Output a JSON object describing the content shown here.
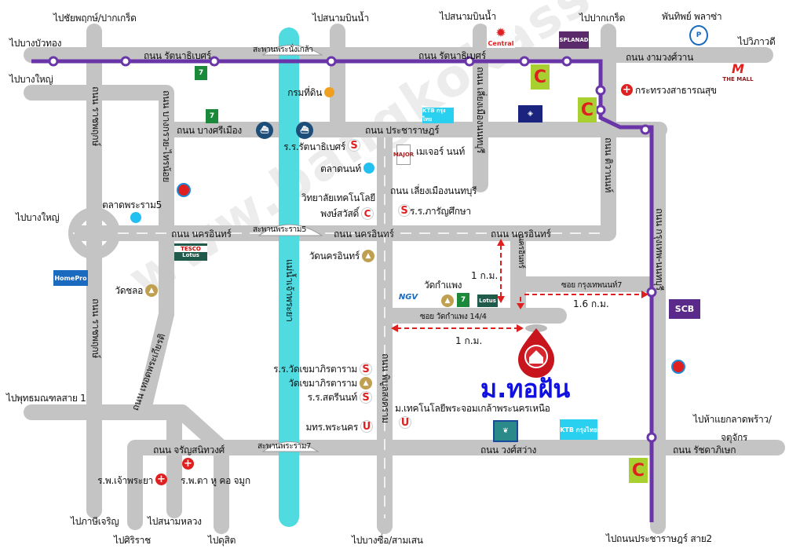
{
  "watermark": "www.bangkokassets.com",
  "title": "ม.ทอฝัน",
  "destinations": [
    "ไปชัยพฤกษ์/ปากเกร็ด",
    "ไปบางบัวทอง",
    "ไปบางใหญ่",
    "ไปสนามบินน้ำ",
    "ไปสนามบินน้ำ",
    "ไปปากเกร็ด",
    "พันทิพย์ พลาซ่า",
    "ไปวิภาวดี",
    "ไปบางใหญ่",
    "ไปพุทธมณฑลสาย 1",
    "ไปภาษีเจริญ",
    "ไปศิริราช",
    "ไปสนามหลวง",
    "ไปดุสิต",
    "ไปบางซื่อ/สามเสน",
    "ไปถนนประชาราษฎร์ สาย2",
    "ไปห้าแยกลาดพร้าว/",
    "จตุจักร"
  ],
  "roads": [
    "ถนน รัตนาธิเบศร์",
    "ถนน รัตนาธิเบศร์",
    "สะพานพระนั่งเกล้า",
    "ถนน งามวงศ์วาน",
    "ถนน บางศรีเมือง",
    "ถนน ประชาราษฎร์",
    "ถนน นครอินทร์",
    "ถนน นครอินทร์",
    "ถนน นครอินทร์",
    "สะพานพระราม5",
    "สะพานพระราม7",
    "ถนน จรัญสนิทวงศ์",
    "ถนน วงศ์สว่าง",
    "ถนน รัชดาภิเษก",
    "ซอย กรุงเทพนนท์7",
    "ซอย วัดกำแพง 14/4",
    "ถนน เลี่ยงเมืองนนทบุรี",
    "ถนน ราชพฤกษ์",
    "ถนน ราชพฤกษ์",
    "ถนน บางกรวย-ไทรน้อย",
    "ถนน เลี่ยงเมืองนนทบุรี",
    "ถนน ติวานนท์",
    "ถนน กรุงเทพ-นนทบุรี",
    "นครอินทร์",
    "ถนน พิบูลสงคราม",
    "แม่น้ำเจ้าพระยา",
    "ถนน เทอดพระเกียรติ"
  ],
  "pois": [
    "กรมที่ดิน",
    "ร.ร.รัตนาธิเบศร์",
    "ตลาดนนท์",
    "วิทยาลัยเทคโนโลยี",
    "พงษ์สวัสดิ์",
    "ตลาดพระราม5",
    "วัดชลอ",
    "วัดนครอินทร์",
    "เมเจอร์ นนท์",
    "ร.ร.ภารัญศึกษา",
    "วัดกำแพง",
    "ร.ร.วัดเขมาภิรตาราม",
    "วัดเขมาภิรตาราม",
    "ร.ร.สตรีนนท์",
    "มทร.พระนคร",
    "ม.เทคโนโลยีพระจอมเกล้าพระนครเหนือ",
    "กระทรวงสาธารณสุข",
    "ร.พ.ตา หู คอ จมูก",
    "ร.พ.เจ้าพระยา"
  ],
  "brands": {
    "seven": "7",
    "tesco": "TESCO",
    "lotus": "Lotus",
    "homepro": "HomePro",
    "central": "Central",
    "esplanade": "ESPLANADE",
    "mall": "THE MALL",
    "scb": "SCB",
    "ktb": "KTB กรุงไทย",
    "major": "MAJOR",
    "ngv": "NGV",
    "bigc": "C",
    "school": "S",
    "college": "C",
    "univ": "U"
  },
  "distances": [
    "1 ก.ม.",
    "1.6 ก.ม.",
    "1 ก.ม."
  ],
  "colors": {
    "road": "#c4c4c4",
    "river": "#4fdbe0",
    "metro": "#6a35a8",
    "arrow": "#e02020",
    "title": "#1010e0",
    "pin": "#c8141c"
  }
}
